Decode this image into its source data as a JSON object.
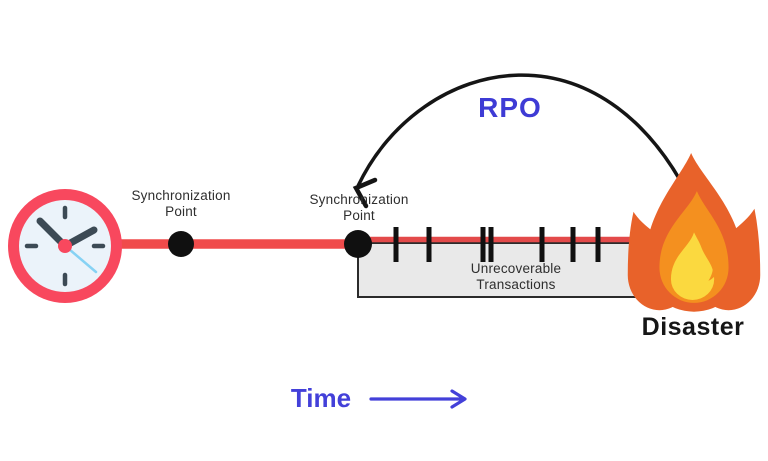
{
  "labels": {
    "sync_point_left": "Synchronization Point",
    "sync_point_right": "Synchronization Point",
    "rpo": "RPO",
    "unrecoverable": "Unrecoverable Transactions",
    "disaster": "Disaster",
    "time": "Time"
  },
  "timeline": {
    "sync_point_count": 2,
    "unrecoverable_tick_count": 7,
    "tick_positions_x": [
      396,
      429,
      483,
      491,
      542,
      573,
      598
    ]
  },
  "icons": {
    "clock": "clock-icon",
    "fire": "fire-icon",
    "rpo_arrow": "curved-arrow-icon",
    "time_arrow": "arrow-right-icon"
  },
  "colors": {
    "timeline_thick_red": "#F04B4B",
    "timeline_thin_red": "#E34A4A",
    "clock_ring": "#F8485E",
    "clock_face": "#EBF3FA",
    "clock_hands": "#3C4A55",
    "clock_second_hand": "#86D2F4",
    "marker_black": "#101010",
    "box_fill": "#E9E9E9",
    "box_border": "#2B2B2B",
    "rpo_blue": "#3E3BD5",
    "time_blue": "#4340D9",
    "flame_outer": "#E8622A",
    "flame_middle": "#F4901F",
    "flame_inner": "#FBD93F",
    "label_text": "#2E2E2E",
    "disaster_text": "#161616"
  }
}
